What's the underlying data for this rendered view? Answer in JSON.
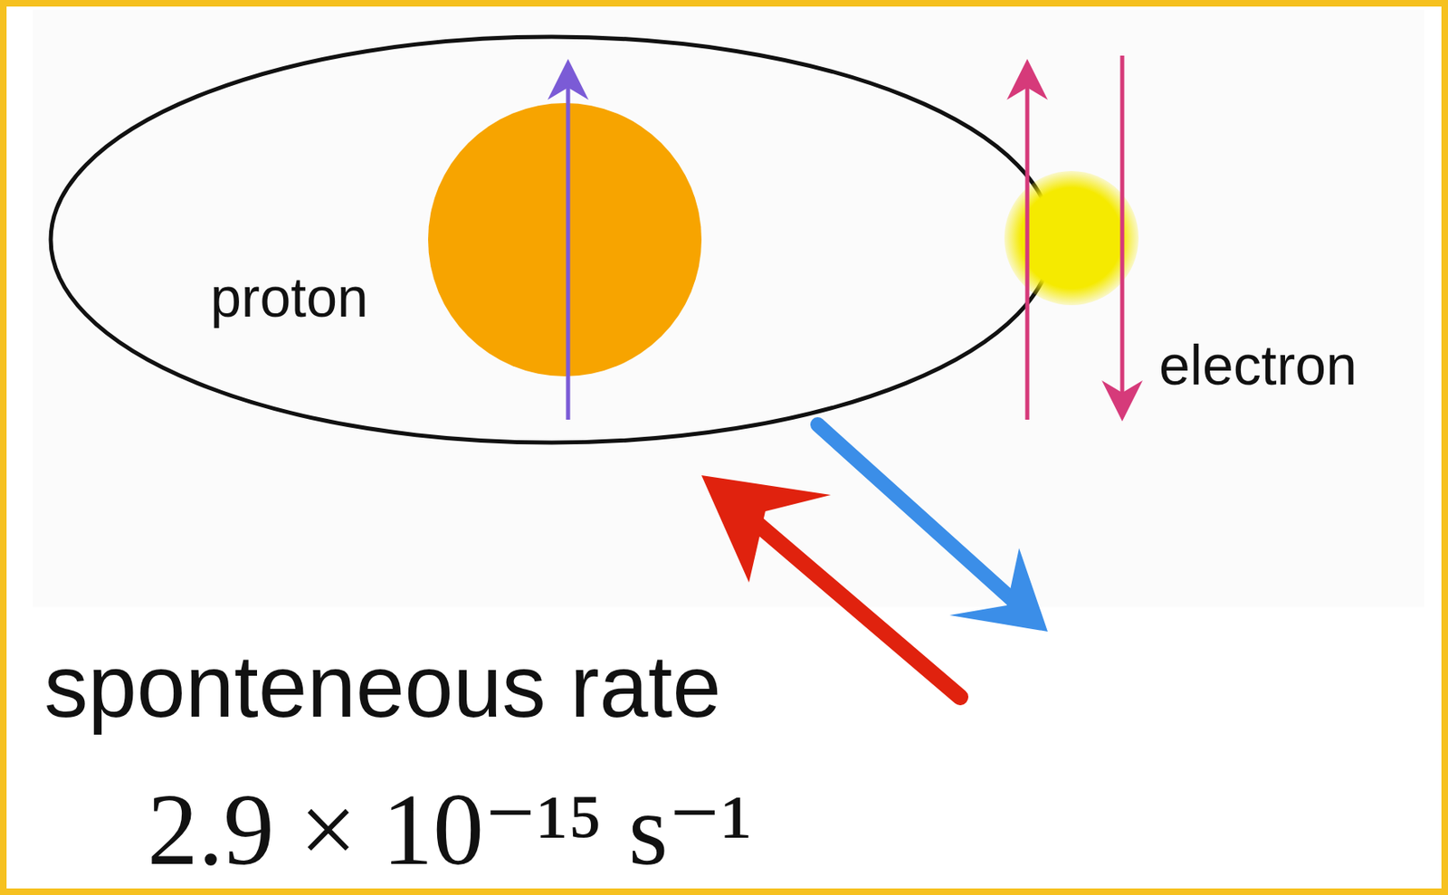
{
  "diagram": {
    "labels": [
      "proton",
      "electron",
      "sponteneous rate",
      "2.9 × 10⁻¹⁵ s⁻¹"
    ]
  }
}
